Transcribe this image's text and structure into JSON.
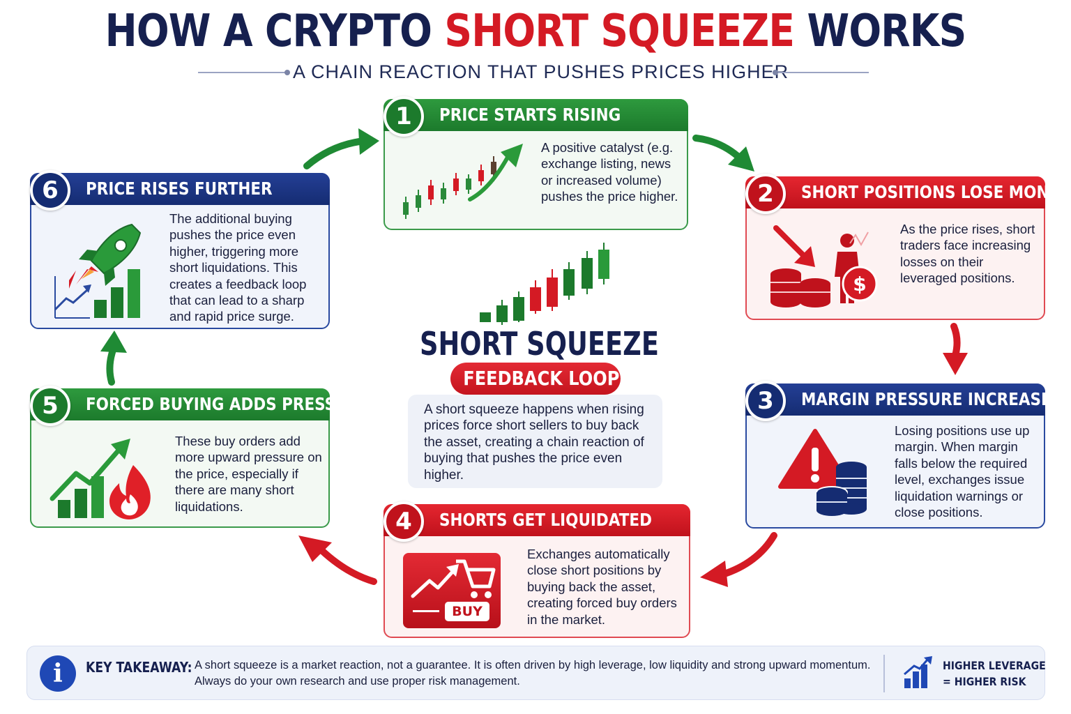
{
  "header": {
    "title_part1": "HOW A CRYPTO ",
    "title_accent": "SHORT SQUEEZE",
    "title_part2": " WORKS",
    "subtitle": "A CHAIN REACTION THAT PUSHES PRICES HIGHER"
  },
  "colors": {
    "green": "#1c7a2c",
    "red": "#c0121c",
    "navy": "#152c72",
    "title_navy": "#16204f"
  },
  "steps": [
    {
      "number": "1",
      "title": "PRICE STARTS RISING",
      "text": "A positive catalyst (e.g. exchange listing, news or increased volume) pushes the price higher.",
      "color": "green",
      "icon": "rising-candlestick-chart-icon"
    },
    {
      "number": "2",
      "title": "SHORT POSITIONS LOSE MONEY",
      "text": "As the price rises, short traders face increasing losses on their leveraged positions.",
      "color": "red",
      "icon": "losing-trader-coins-icon"
    },
    {
      "number": "3",
      "title": "MARGIN PRESSURE INCREASES",
      "text": "Losing positions use up margin. When margin falls below the required level, exchanges issue liquidation warnings or close positions.",
      "color": "navy",
      "icon": "warning-coins-icon"
    },
    {
      "number": "4",
      "title": "SHORTS GET LIQUIDATED",
      "text": "Exchanges automatically close short positions by buying back the asset, creating forced buy orders in the market.",
      "color": "red",
      "icon": "buy-cart-icon",
      "icon_label": "BUY"
    },
    {
      "number": "5",
      "title": "FORCED BUYING ADDS PRESSURE",
      "text": "These buy orders add more upward pressure on the price, especially if there are many short liquidations.",
      "color": "green",
      "icon": "bars-fire-icon"
    },
    {
      "number": "6",
      "title": "PRICE RISES FURTHER",
      "text": "The additional buying pushes the price even higher, triggering more short liquidations. This creates a feedback loop that can lead to a sharp and rapid price surge.",
      "color": "navy",
      "icon": "rocket-growth-icon"
    }
  ],
  "center": {
    "title": "SHORT SQUEEZE",
    "pill": "FEEDBACK LOOP",
    "text": "A short squeeze happens when rising prices force short sellers to buy back the asset, creating a chain reaction of buying that pushes the price even higher.",
    "icon": "candlestick-chart-icon"
  },
  "takeaway": {
    "label": "KEY TAKEAWAY:",
    "line1": "A short squeeze is a market reaction, not a guarantee. It is often driven by high leverage, low liquidity and strong upward momentum.",
    "line2": "Always do your own research and use proper risk management.",
    "risk_line1": "HIGHER LEVERAGE",
    "risk_line2": "= HIGHER RISK",
    "icon": "info-icon",
    "risk_icon": "bar-chart-icon"
  }
}
